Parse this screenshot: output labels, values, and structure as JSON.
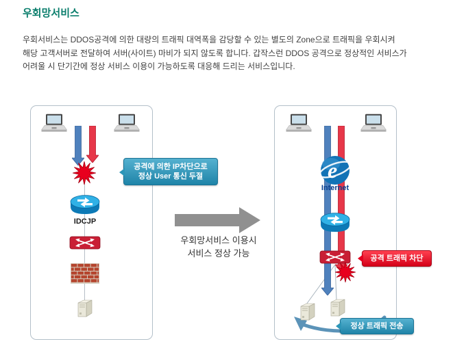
{
  "page": {
    "title": "우회망서비스",
    "description": [
      "우회서비스는 DDOS공격에 의한 대량의 트래픽 대역폭을 감당할 수 있는 별도의 Zone으로 트래픽을 우회시켜",
      "해당 고객서버로 전달하여 서버(사이트) 마비가 되지 않도록 합니다. 갑작스런 DDOS 공격으로 정상적인 서비스가",
      "어려울 시 단기간에 정상 서비스 이용이 가능하도록 대응해 드리는 서비스입니다."
    ]
  },
  "before": {
    "callout_line1": "공격에 의한 IP차단으로",
    "callout_line2": "정상 User 통신 두절",
    "router_label": "IDCJP"
  },
  "transition": {
    "caption_line1": "우회망서비스 이용시",
    "caption_line2": "서비스 정상 가능"
  },
  "after": {
    "internet_label": "Internet",
    "block_callout": "공격 트래픽 차단",
    "forward_callout": "정상 트래픽 전송"
  },
  "icons": {
    "laptop-icon": "laptop computer",
    "normal-traffic-arrow-icon": "blue block arrow (normal user traffic)",
    "attack-traffic-arrow-icon": "red block arrow (attack traffic)",
    "explosion-icon": "red starburst marking attack/blocking point",
    "router-icon": "blue cylinder router",
    "switch-icon": "red switch with crossing arrows",
    "firewall-icon": "brick wall firewall",
    "server-icon": "server tower",
    "internet-explorer-icon": "blue e globe with ring",
    "transition-arrow-icon": "large gray right arrow",
    "bypass-arrow-icon": "curved arrow rerouting traffic to server"
  },
  "colors": {
    "title": "#0a7e6c",
    "callout_teal": "#2d96b8",
    "callout_red": "#e30020",
    "arrow_blue": "#4f81bd",
    "arrow_red": "#e73749",
    "transition_arrow": "#909090",
    "panel_border": "#b3bfc9"
  }
}
